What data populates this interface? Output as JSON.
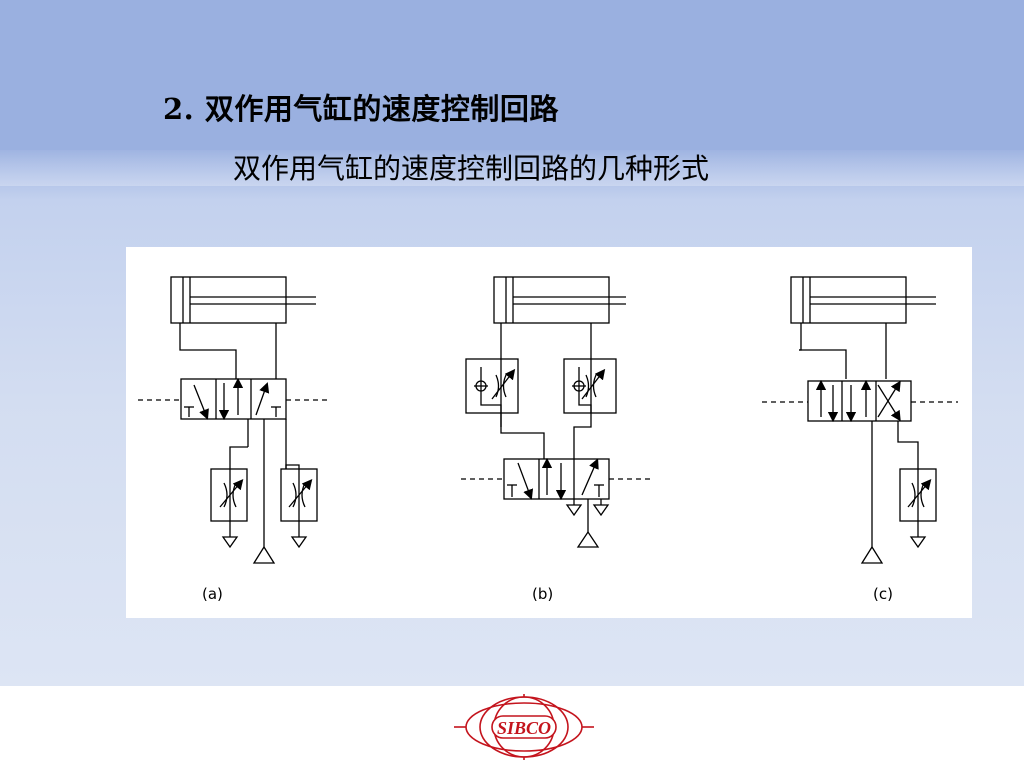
{
  "slide": {
    "title": "2. 双作用气缸的速度控制回路",
    "subtitle": "双作用气缸的速度控制回路的几种形式"
  },
  "diagram": {
    "captions": [
      "(a)",
      "(b)",
      "(c)"
    ]
  },
  "logo": {
    "text": "SIBCO",
    "color": "#c4141d"
  }
}
